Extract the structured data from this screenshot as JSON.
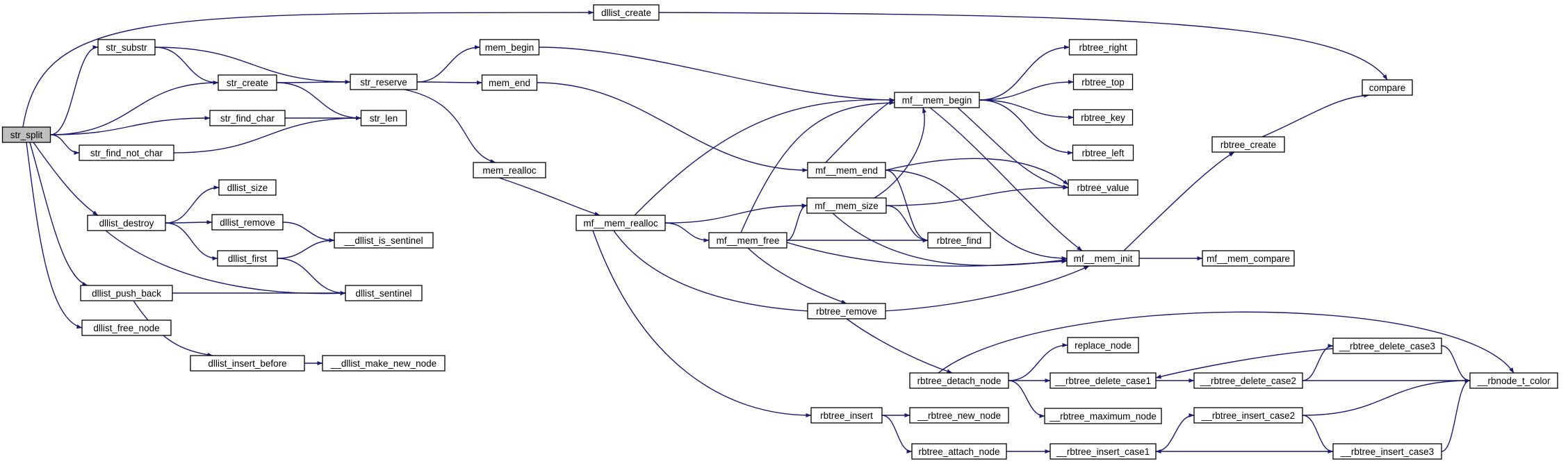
{
  "graph": {
    "root": "str_split",
    "colors": {
      "edge": "#191970",
      "node_border": "#000000",
      "node_fill": "#ffffff",
      "root_fill": "#bfbfbf",
      "truncated_border": "#ff0000"
    },
    "nodes": [
      {
        "id": "str_split",
        "label": "str_split",
        "root": true
      },
      {
        "id": "dllist_create",
        "label": "dllist_create"
      },
      {
        "id": "str_substr",
        "label": "str_substr"
      },
      {
        "id": "str_create",
        "label": "str_create"
      },
      {
        "id": "str_reserve",
        "label": "str_reserve"
      },
      {
        "id": "mem_begin",
        "label": "mem_begin"
      },
      {
        "id": "mem_end",
        "label": "mem_end"
      },
      {
        "id": "mem_realloc",
        "label": "mem_realloc"
      },
      {
        "id": "str_find_char",
        "label": "str_find_char"
      },
      {
        "id": "str_len",
        "label": "str_len"
      },
      {
        "id": "str_find_not_char",
        "label": "str_find_not_char"
      },
      {
        "id": "dllist_size",
        "label": "dllist_size"
      },
      {
        "id": "dllist_destroy",
        "label": "dllist_destroy"
      },
      {
        "id": "dllist_remove",
        "label": "dllist_remove"
      },
      {
        "id": "dllist_is_sentinel",
        "label": "__dllist_is_sentinel"
      },
      {
        "id": "dllist_first",
        "label": "dllist_first"
      },
      {
        "id": "dllist_sentinel",
        "label": "dllist_sentinel"
      },
      {
        "id": "dllist_push_back",
        "label": "dllist_push_back"
      },
      {
        "id": "dllist_free_node",
        "label": "dllist_free_node"
      },
      {
        "id": "dllist_insert_before",
        "label": "dllist_insert_before"
      },
      {
        "id": "dllist_make_new_node",
        "label": "__dllist_make_new_node"
      },
      {
        "id": "mf_mem_realloc",
        "label": "mf__mem_realloc"
      },
      {
        "id": "mf_mem_free",
        "label": "mf__mem_free"
      },
      {
        "id": "mf_mem_begin",
        "label": "mf__mem_begin"
      },
      {
        "id": "mf_mem_end",
        "label": "mf__mem_end"
      },
      {
        "id": "mf_mem_size",
        "label": "mf__mem_size"
      },
      {
        "id": "mf_mem_init",
        "label": "mf__mem_init"
      },
      {
        "id": "mf_mem_compare",
        "label": "mf__mem_compare"
      },
      {
        "id": "rbtree_right",
        "label": "rbtree_right"
      },
      {
        "id": "rbtree_top",
        "label": "rbtree_top"
      },
      {
        "id": "rbtree_key",
        "label": "rbtree_key"
      },
      {
        "id": "rbtree_left",
        "label": "rbtree_left"
      },
      {
        "id": "rbtree_value",
        "label": "rbtree_value"
      },
      {
        "id": "rbtree_find",
        "label": "rbtree_find"
      },
      {
        "id": "rbtree_create",
        "label": "rbtree_create"
      },
      {
        "id": "compare",
        "label": "compare"
      },
      {
        "id": "rbtree_remove",
        "label": "rbtree_remove"
      },
      {
        "id": "rbtree_detach_node",
        "label": "rbtree_detach_node"
      },
      {
        "id": "replace_node",
        "label": "replace_node"
      },
      {
        "id": "rbtree_delete_case1",
        "label": "__rbtree_delete_case1"
      },
      {
        "id": "rbtree_delete_case2",
        "label": "__rbtree_delete_case2",
        "truncated": true
      },
      {
        "id": "rbtree_delete_case3",
        "label": "__rbtree_delete_case3",
        "truncated": true
      },
      {
        "id": "rbnode_t_color",
        "label": "__rbnode_t_color"
      },
      {
        "id": "rbtree_maximum_node",
        "label": "__rbtree_maximum_node"
      },
      {
        "id": "rbtree_insert",
        "label": "rbtree_insert"
      },
      {
        "id": "rbtree_new_node",
        "label": "__rbtree_new_node"
      },
      {
        "id": "rbtree_attach_node",
        "label": "rbtree_attach_node"
      },
      {
        "id": "rbtree_insert_case1",
        "label": "__rbtree_insert_case1"
      },
      {
        "id": "rbtree_insert_case2",
        "label": "__rbtree_insert_case2"
      },
      {
        "id": "rbtree_insert_case3",
        "label": "__rbtree_insert_case3",
        "truncated": true
      }
    ],
    "edges": [
      [
        "str_split",
        "dllist_create"
      ],
      [
        "str_split",
        "str_substr"
      ],
      [
        "str_split",
        "str_create"
      ],
      [
        "str_split",
        "str_find_char"
      ],
      [
        "str_split",
        "str_find_not_char"
      ],
      [
        "str_split",
        "dllist_destroy"
      ],
      [
        "str_split",
        "dllist_push_back"
      ],
      [
        "str_split",
        "dllist_free_node"
      ],
      [
        "dllist_create",
        "compare"
      ],
      [
        "str_substr",
        "str_create"
      ],
      [
        "str_substr",
        "str_reserve"
      ],
      [
        "str_create",
        "str_reserve"
      ],
      [
        "str_create",
        "str_len"
      ],
      [
        "str_find_char",
        "str_len"
      ],
      [
        "str_find_not_char",
        "str_len"
      ],
      [
        "str_reserve",
        "mem_begin"
      ],
      [
        "str_reserve",
        "mem_end"
      ],
      [
        "str_reserve",
        "mem_realloc"
      ],
      [
        "mem_begin",
        "mf_mem_begin"
      ],
      [
        "mem_end",
        "mf_mem_end"
      ],
      [
        "mem_realloc",
        "mf_mem_realloc"
      ],
      [
        "dllist_destroy",
        "dllist_size"
      ],
      [
        "dllist_destroy",
        "dllist_remove"
      ],
      [
        "dllist_destroy",
        "dllist_first"
      ],
      [
        "dllist_destroy",
        "dllist_sentinel"
      ],
      [
        "dllist_remove",
        "dllist_is_sentinel"
      ],
      [
        "dllist_first",
        "dllist_is_sentinel"
      ],
      [
        "dllist_first",
        "dllist_sentinel"
      ],
      [
        "dllist_push_back",
        "dllist_sentinel"
      ],
      [
        "dllist_push_back",
        "dllist_insert_before"
      ],
      [
        "dllist_insert_before",
        "dllist_make_new_node"
      ],
      [
        "mf_mem_realloc",
        "mf_mem_begin"
      ],
      [
        "mf_mem_realloc",
        "mf_mem_size"
      ],
      [
        "mf_mem_realloc",
        "mf_mem_free"
      ],
      [
        "mf_mem_realloc",
        "mf_mem_init"
      ],
      [
        "mf_mem_realloc",
        "rbtree_insert"
      ],
      [
        "mf_mem_free",
        "mf_mem_begin"
      ],
      [
        "mf_mem_free",
        "mf_mem_size"
      ],
      [
        "mf_mem_free",
        "rbtree_find"
      ],
      [
        "mf_mem_free",
        "mf_mem_init"
      ],
      [
        "mf_mem_free",
        "rbtree_remove"
      ],
      [
        "mf_mem_end",
        "mf_mem_begin"
      ],
      [
        "mf_mem_end",
        "rbtree_value"
      ],
      [
        "mf_mem_end",
        "rbtree_find"
      ],
      [
        "mf_mem_end",
        "mf_mem_init"
      ],
      [
        "mf_mem_size",
        "mf_mem_begin"
      ],
      [
        "mf_mem_size",
        "rbtree_value"
      ],
      [
        "mf_mem_size",
        "rbtree_find"
      ],
      [
        "mf_mem_size",
        "mf_mem_init"
      ],
      [
        "mf_mem_begin",
        "rbtree_right"
      ],
      [
        "mf_mem_begin",
        "rbtree_top"
      ],
      [
        "mf_mem_begin",
        "rbtree_key"
      ],
      [
        "mf_mem_begin",
        "rbtree_left"
      ],
      [
        "mf_mem_begin",
        "rbtree_value"
      ],
      [
        "mf_mem_begin",
        "mf_mem_init"
      ],
      [
        "mf_mem_init",
        "rbtree_create"
      ],
      [
        "mf_mem_init",
        "mf_mem_compare"
      ],
      [
        "rbtree_create",
        "compare"
      ],
      [
        "rbtree_remove",
        "rbtree_detach_node"
      ],
      [
        "rbtree_detach_node",
        "rbnode_t_color"
      ],
      [
        "rbtree_detach_node",
        "replace_node"
      ],
      [
        "rbtree_detach_node",
        "rbtree_delete_case1"
      ],
      [
        "rbtree_detach_node",
        "rbtree_maximum_node"
      ],
      [
        "rbtree_delete_case1",
        "rbtree_delete_case2"
      ],
      [
        "rbtree_delete_case2",
        "rbtree_delete_case3"
      ],
      [
        "rbtree_delete_case2",
        "rbnode_t_color"
      ],
      [
        "rbtree_delete_case3",
        "rbtree_delete_case1"
      ],
      [
        "rbtree_delete_case3",
        "rbnode_t_color"
      ],
      [
        "rbtree_insert",
        "rbtree_new_node"
      ],
      [
        "rbtree_insert",
        "rbtree_attach_node"
      ],
      [
        "rbtree_attach_node",
        "rbtree_insert_case1"
      ],
      [
        "rbtree_insert_case1",
        "rbtree_insert_case2"
      ],
      [
        "rbtree_insert_case2",
        "rbnode_t_color"
      ],
      [
        "rbtree_insert_case2",
        "rbtree_insert_case3"
      ],
      [
        "rbtree_insert_case3",
        "rbtree_insert_case1"
      ],
      [
        "rbtree_insert_case3",
        "rbnode_t_color"
      ]
    ]
  }
}
